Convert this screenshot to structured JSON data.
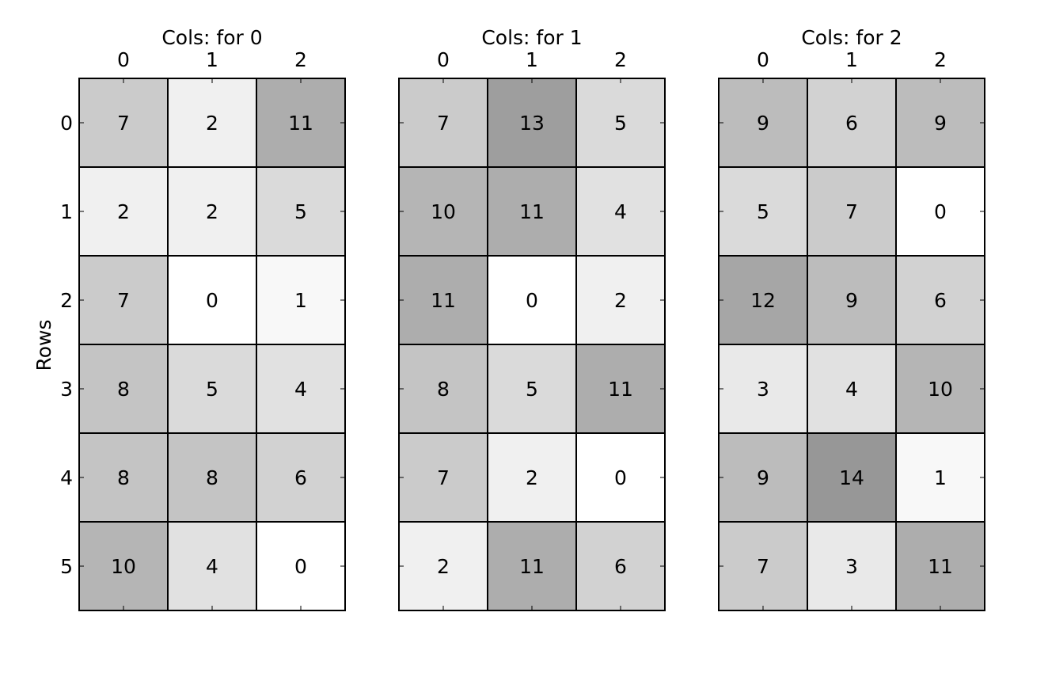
{
  "chart_data": {
    "type": "heatmap",
    "colormap": "greys",
    "ylabel": "Rows",
    "row_ticks": [
      "0",
      "1",
      "2",
      "3",
      "4",
      "5"
    ],
    "col_ticks": [
      "0",
      "1",
      "2"
    ],
    "vmin": 0,
    "vmax": 14,
    "panels": [
      {
        "title": "Cols: for 0",
        "values": [
          [
            7,
            2,
            11
          ],
          [
            2,
            2,
            5
          ],
          [
            7,
            0,
            1
          ],
          [
            8,
            5,
            4
          ],
          [
            8,
            8,
            6
          ],
          [
            10,
            4,
            0
          ]
        ]
      },
      {
        "title": "Cols: for 1",
        "values": [
          [
            7,
            13,
            5
          ],
          [
            10,
            11,
            4
          ],
          [
            11,
            0,
            2
          ],
          [
            8,
            5,
            11
          ],
          [
            7,
            2,
            0
          ],
          [
            2,
            11,
            6
          ]
        ]
      },
      {
        "title": "Cols: for 2",
        "values": [
          [
            9,
            6,
            9
          ],
          [
            5,
            7,
            0
          ],
          [
            12,
            9,
            6
          ],
          [
            3,
            4,
            10
          ],
          [
            9,
            14,
            1
          ],
          [
            7,
            3,
            11
          ]
        ]
      }
    ]
  }
}
